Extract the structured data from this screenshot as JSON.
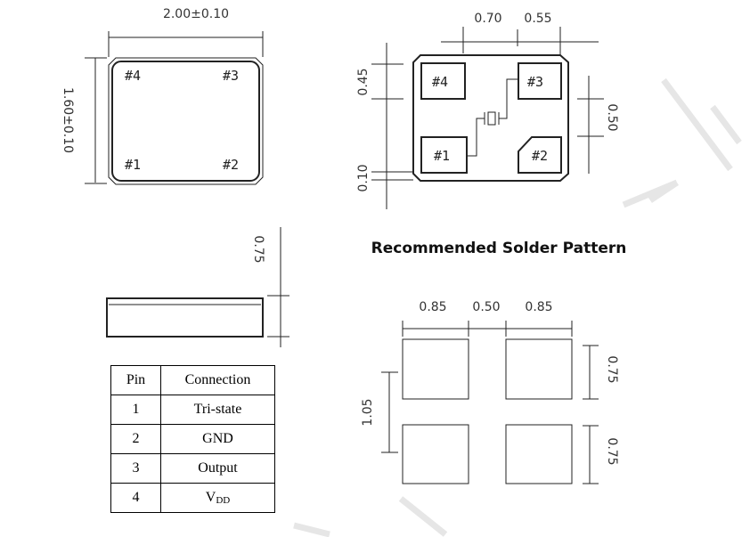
{
  "top_view": {
    "width_dim": "2.00±0.10",
    "height_dim": "1.60±0.10",
    "pins": [
      "#1",
      "#2",
      "#3",
      "#4"
    ]
  },
  "bottom_view": {
    "dims": {
      "left_pad": "0.70",
      "right_pad": "0.55",
      "pad_height": "0.45",
      "edge": "0.10",
      "pad_gap": "0.50"
    },
    "pins": [
      "#1",
      "#2",
      "#3",
      "#4"
    ]
  },
  "side_view": {
    "height_dim": "0.75"
  },
  "solder_pattern": {
    "title": "Recommended Solder Pattern",
    "widths": [
      "0.85",
      "0.50",
      "0.85"
    ],
    "total_height": "1.05",
    "pad_heights": [
      "0.75",
      "0.75"
    ]
  },
  "pin_table": {
    "headers": [
      "Pin",
      "Connection"
    ],
    "rows": [
      [
        "1",
        "Tri-state"
      ],
      [
        "2",
        "GND"
      ],
      [
        "3",
        "Output"
      ],
      [
        "4",
        "V",
        "DD"
      ]
    ]
  }
}
